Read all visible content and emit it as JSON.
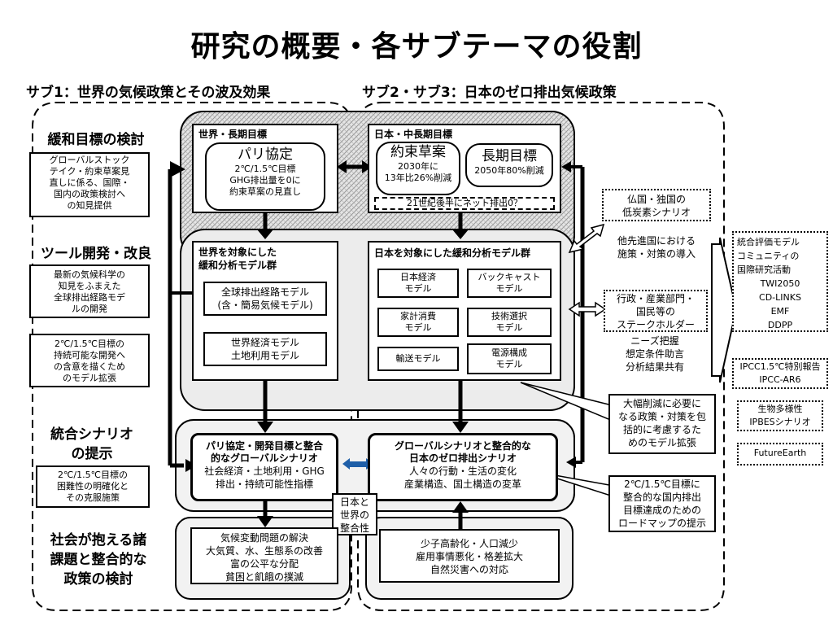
{
  "title": "研究の概要・各サブテーマの役割",
  "sub1_heading": "サブ1：世界の気候政策とその波及効果",
  "sub23_heading": "サブ2・サブ3：日本のゼロ排出気候政策",
  "left_sections": {
    "mitigation": {
      "heading": "緩和目標の検討",
      "note": [
        "グローバルストック",
        "テイク・約束草案見",
        "直しに係る、国際・",
        "国内の政策検討へ",
        "の知見提供"
      ]
    },
    "tools": {
      "heading": "ツール開発・改良",
      "note1": [
        "最新の気候科学の",
        "知見をふまえた",
        "全球排出経路モデ",
        "ルの開発"
      ],
      "note2": [
        "2℃/1.5℃目標の",
        "持続可能な開発へ",
        "の含意を描くため",
        "のモデル拡張"
      ]
    },
    "scenario": {
      "heading": [
        "統合シナリオ",
        "の提示"
      ],
      "note": [
        "2℃/1.5℃目標の",
        "困難性の明確化と",
        "その克服施策"
      ]
    },
    "society": {
      "heading": [
        "社会が抱える諸",
        "課題と整合的な",
        "政策の検討"
      ]
    }
  },
  "world_goal": {
    "header": "世界・長期目標",
    "paris_title": "パリ協定",
    "paris_lines": [
      "2℃/1.5℃目標",
      "GHG排出量を0に",
      "約束草案の見直し"
    ]
  },
  "japan_goal": {
    "header": "日本・中長期目標",
    "ndc_title": "約束草案",
    "ndc_lines": [
      "2030年に",
      "13年比26%削減"
    ],
    "long_title": "長期目標",
    "long_line": "2050年80%削減",
    "net_zero": "21世紀後半にネット排出0？"
  },
  "world_models": {
    "header": [
      "世界を対象にした",
      "緩和分析モデル群"
    ],
    "model1": [
      "全球排出経路モデル",
      "(含・簡易気候モデル)"
    ],
    "model2": [
      "世界経済モデル",
      "土地利用モデル"
    ]
  },
  "japan_models": {
    "header": "日本を対象にした緩和分析モデル群",
    "models": [
      [
        "日本経済",
        "モデル"
      ],
      [
        "バックキャスト",
        "モデル"
      ],
      [
        "家計消費",
        "モデル"
      ],
      [
        "技術選択",
        "モデル"
      ],
      [
        "輸送モデル"
      ],
      [
        "電源構成",
        "モデル"
      ]
    ]
  },
  "world_scenario": {
    "title": [
      "パリ協定・開発目標と整合",
      "的なグローバルシナリオ"
    ],
    "lines": [
      "社会経済・土地利用・GHG",
      "排出・持続可能性指標"
    ]
  },
  "japan_scenario": {
    "title": [
      "グローバルシナリオと整合的な",
      "日本のゼロ排出シナリオ"
    ],
    "lines": [
      "人々の行動・生活の変化",
      "産業構造、国土構造の変革"
    ]
  },
  "consistency": [
    "日本と",
    "世界の",
    "整合性"
  ],
  "world_issues": [
    "気候変動問題の解決",
    "大気質、水、生態系の改善",
    "富の公平な分配",
    "貧困と飢餓の撲滅"
  ],
  "japan_issues": [
    "少子高齢化・人口減少",
    "雇用事情悪化・格差拡大",
    "自然災害への対応"
  ],
  "right_notes": {
    "scenarios_fr_de": [
      "仏国・独国の",
      "低炭素シナリオ"
    ],
    "advanced_countries": [
      "他先進国における",
      "施策・対策の導入"
    ],
    "stakeholders": [
      "行政・産業部門・",
      "国民等の",
      "ステークホルダー"
    ],
    "stakeholder_actions": [
      "ニーズ把握",
      "想定条件助言",
      "分析結果共有"
    ],
    "model_extension": [
      "大幅削減に必要に",
      "なる政策・対策を包",
      "括的に考慮するた",
      "めのモデル拡張"
    ],
    "roadmap": [
      "2℃/1.5℃目標に",
      "整合的な国内排出",
      "目標達成のための",
      "ロードマップの提示"
    ]
  },
  "far_right": {
    "community": [
      "統合評価モデル",
      "コミュニティの",
      "国際研究活動",
      "TWI2050",
      "CD-LINKS",
      "EMF",
      "DDPP"
    ],
    "ipcc": [
      "IPCC1.5℃特別報告",
      "IPCC-AR6"
    ],
    "ipbes": [
      "生物多様性",
      "IPBESシナリオ"
    ],
    "future_earth": "FutureEarth"
  }
}
